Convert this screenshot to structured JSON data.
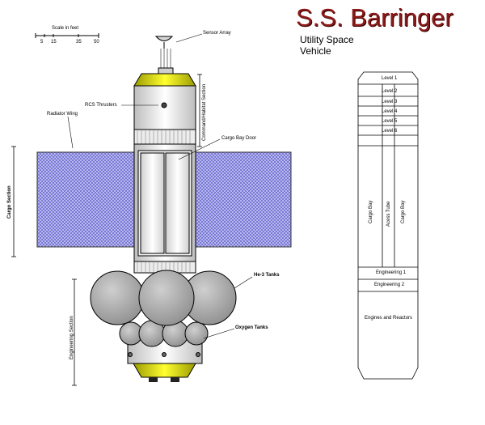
{
  "title": "S.S. Barringer",
  "subtitle_line1": "Utility Space",
  "subtitle_line2": "Vehicle",
  "scale": {
    "label": "Scale in feet",
    "ticks": [
      "5",
      "15",
      "35",
      "50"
    ]
  },
  "callouts": {
    "sensor_array": "Sensor Array",
    "rcs_thrusters": "RCS Thrusters",
    "radiator_wing": "Radiator Wing",
    "command_habitat": "Command/Habitat Section",
    "cargo_bay_door": "Cargo Bay Door",
    "cargo_section": "Cargo Section",
    "he3_tanks": "He-3 Tanks",
    "oxygen_tanks": "Oxygen Tanks",
    "engineering_section": "Engineering Section"
  },
  "cutaway": {
    "levels": [
      "Level 1",
      "Level 2",
      "Level 3",
      "Level 4",
      "Level 5",
      "Level 6"
    ],
    "cargo_bay_left": "Cargo Bay",
    "access_tube": "Acess Tube",
    "cargo_bay_right": "Cargo Bay",
    "engineering_1": "Engineering 1",
    "engineering_2": "Engineering 2",
    "engines": "Engines and Reactors"
  },
  "colors": {
    "title": "#8b1a1a",
    "radiator": "#8f8fe0",
    "nose": "#e8e000",
    "tank": "#a8a8a8"
  }
}
